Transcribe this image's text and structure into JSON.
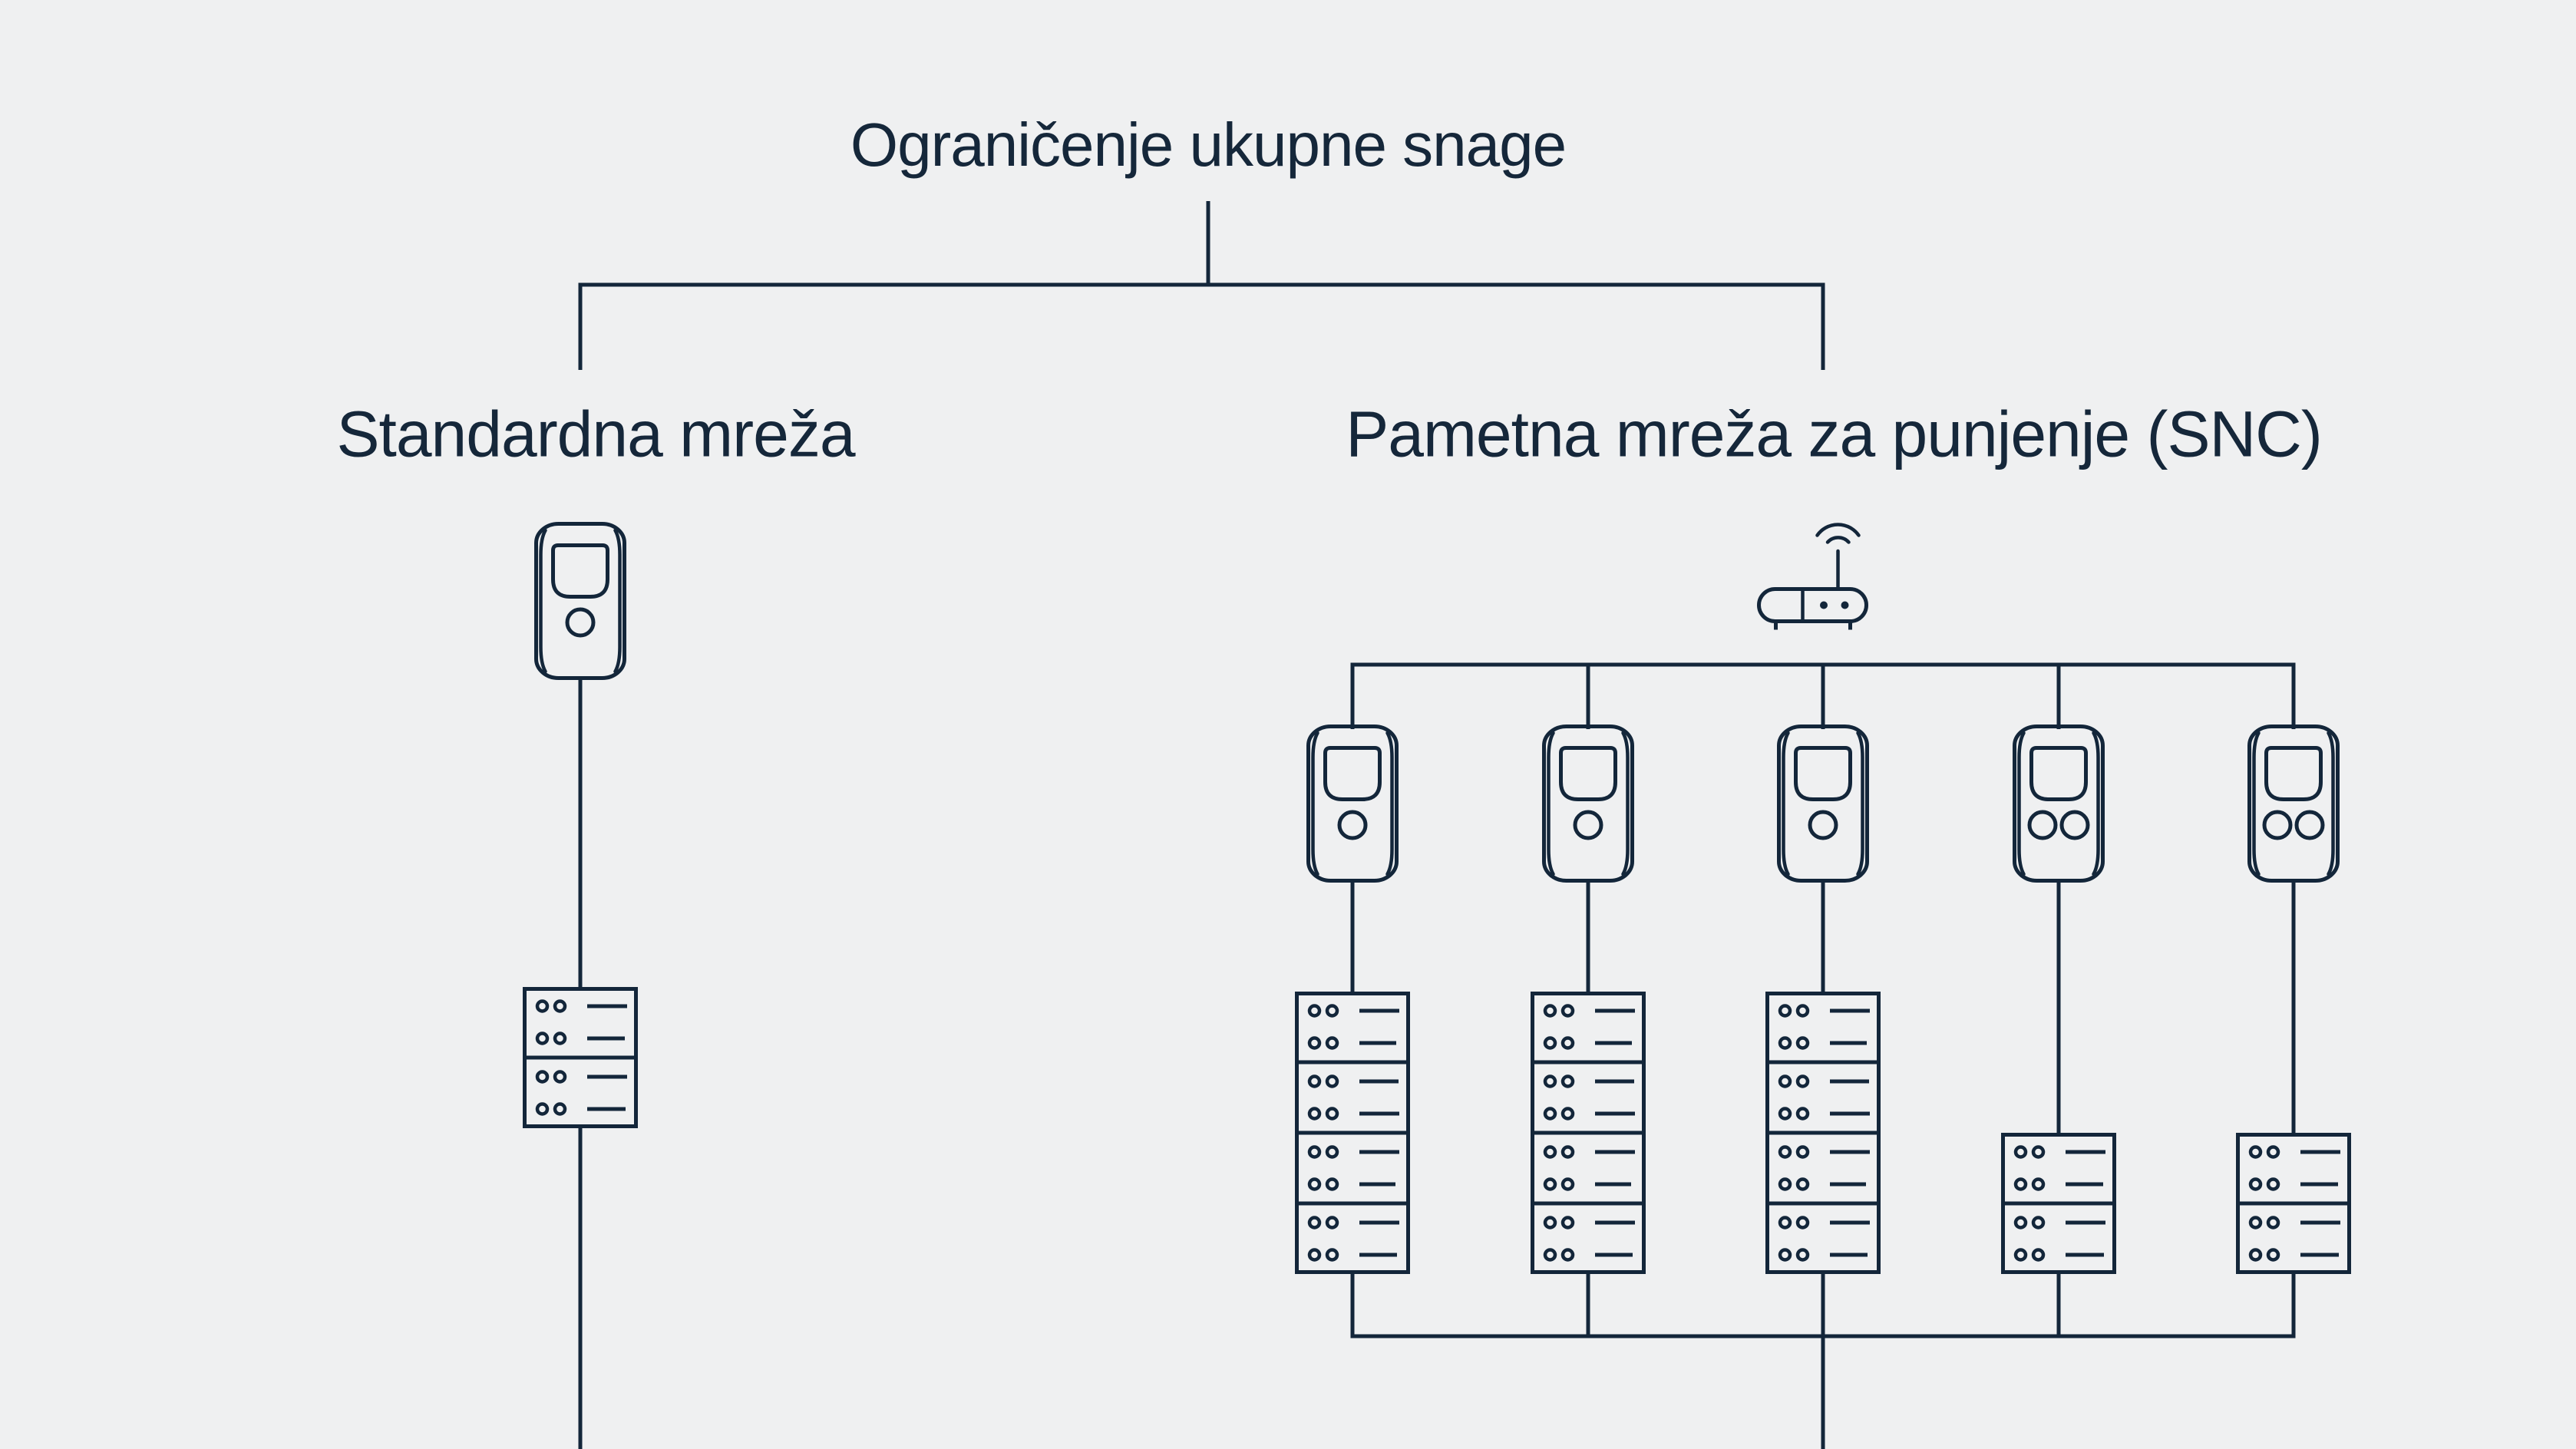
{
  "diagram": {
    "title": "Ograničenje ukupne snage",
    "colors": {
      "background": "#eff0f1",
      "line": "#13263a",
      "text": "#15273a"
    },
    "branches": {
      "standard": {
        "label": "Standardna mreža",
        "devices": [
          {
            "icon": "wallbox-single-socket-icon",
            "type": "charging-station"
          },
          {
            "icon": "distribution-board-2-bank-icon",
            "type": "distribution-board"
          }
        ]
      },
      "smart": {
        "label": "Pametna mreža za punjenje (SNC)",
        "controller": {
          "icon": "wifi-router-icon",
          "type": "snc-controller"
        },
        "columns": [
          {
            "wallbox_icon": "wallbox-single-socket-icon",
            "board_icon": "distribution-board-4-bank-icon"
          },
          {
            "wallbox_icon": "wallbox-single-socket-icon",
            "board_icon": "distribution-board-4-bank-icon"
          },
          {
            "wallbox_icon": "wallbox-single-socket-icon",
            "board_icon": "distribution-board-4-bank-icon"
          },
          {
            "wallbox_icon": "wallbox-double-socket-icon",
            "board_icon": "distribution-board-2-bank-icon"
          },
          {
            "wallbox_icon": "wallbox-double-socket-icon",
            "board_icon": "distribution-board-2-bank-icon"
          }
        ]
      }
    }
  }
}
